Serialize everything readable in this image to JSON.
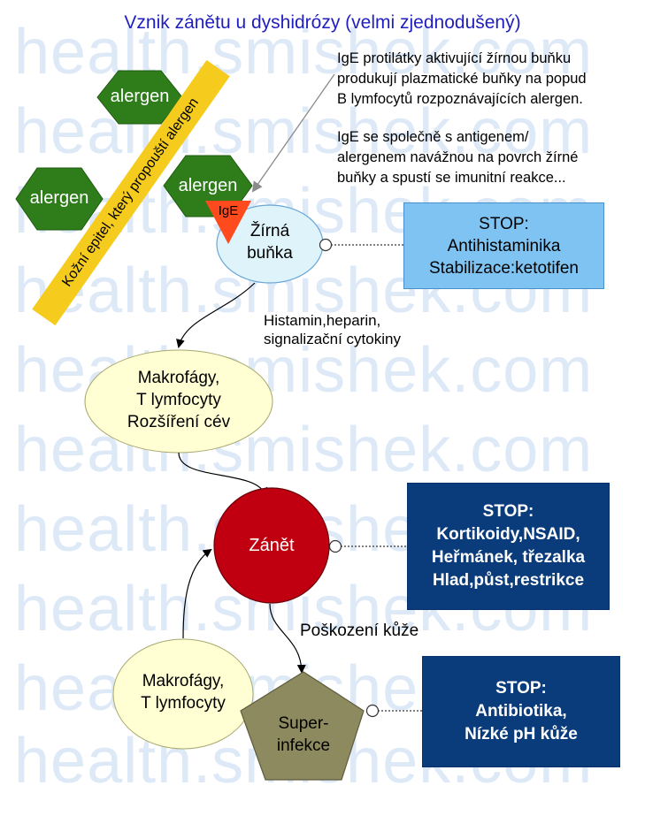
{
  "watermark": "health.smishek.com",
  "title": "Vznik zánětu u dyshidrózy (velmi zjednodušený)",
  "epithelium_label": "Kožní epitel, který propouští alergen",
  "allergens": [
    "alergen",
    "alergen",
    "alergen"
  ],
  "ige_label": "IgE",
  "note": {
    "lines_1": [
      "IgE protilátky aktivující žírnou buňku",
      "produkují plazmatické buňky na popud",
      "B lymfocytů rozpoznávajících alergen."
    ],
    "lines_2": [
      "IgE se společně s antigenem/",
      "alergenem navážnou na povrch žírné",
      "buňky a spustí se imunitní reakce..."
    ]
  },
  "nodes": {
    "mast_cell": [
      "Žírná",
      "buňka"
    ],
    "macrophages_1": [
      "Makrofágy,",
      "T lymfocyty",
      "Rozšíření cév"
    ],
    "inflammation": [
      "Zánět"
    ],
    "macrophages_2": [
      "Makrofágy,",
      "T lymfocyty"
    ],
    "superinfection": [
      "Super-",
      "infekce"
    ]
  },
  "edges": {
    "histamine": [
      "Histamin,heparin,",
      "signalizační cytokiny"
    ],
    "skin_damage": "Poškození kůže"
  },
  "stops": {
    "antihistamines": [
      "STOP:",
      "Antihistaminika",
      "Stabilizace:ketotifen"
    ],
    "corticoids": [
      "STOP:",
      "Kortikoidy,NSAID,",
      "Heřmánek, třezalka",
      "Hlad,půst,restrikce"
    ],
    "antibiotics": [
      "STOP:",
      "Antibiotika,",
      "Nízké pH kůže"
    ]
  },
  "colors": {
    "allergen_fill": "#2e7d1a",
    "epithelium_band": "#f5cc1e",
    "ige_fill": "#ff4a1e",
    "mast_cell_fill": "#dff3fb",
    "macrophage_fill": "#ffffd3",
    "inflammation_fill": "#c00010",
    "superinfection_fill": "#8c8a5e",
    "stop_light": "#7ec3f2",
    "stop_dark": "#0a3b7a",
    "title": "#1f1fbf",
    "watermark": "#dde9f7"
  }
}
